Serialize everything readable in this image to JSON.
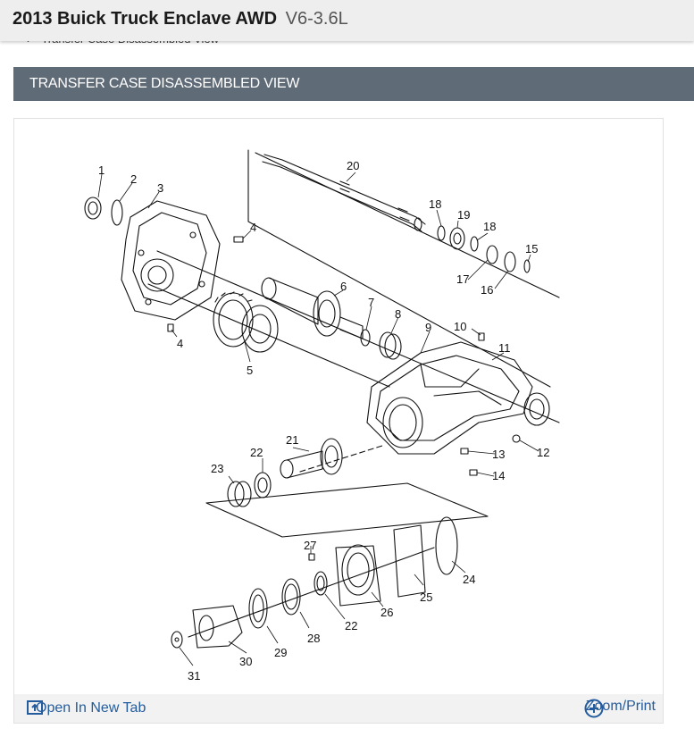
{
  "header": {
    "title": "2013 Buick Truck Enclave AWD",
    "subtitle": "V6-3.6L"
  },
  "breadcrumb": {
    "current": "Transfer Case Disassembled View"
  },
  "section": {
    "title": "TRANSFER CASE DISASSEMBLED VIEW"
  },
  "diagram": {
    "callouts": [
      "1",
      "2",
      "3",
      "4",
      "4",
      "5",
      "6",
      "7",
      "8",
      "9",
      "10",
      "11",
      "12",
      "13",
      "14",
      "15",
      "16",
      "17",
      "18",
      "18",
      "19",
      "20",
      "21",
      "22",
      "22",
      "23",
      "24",
      "25",
      "26",
      "27",
      "28",
      "29",
      "30",
      "31"
    ]
  },
  "footer": {
    "open_new_tab": "Open In New Tab",
    "zoom_print": "Zoom/Print"
  },
  "icons": {
    "open": "open-new-tab-icon",
    "zoom": "zoom-plus-icon"
  },
  "colors": {
    "section_bg": "#606b78",
    "link": "#245c9d"
  }
}
